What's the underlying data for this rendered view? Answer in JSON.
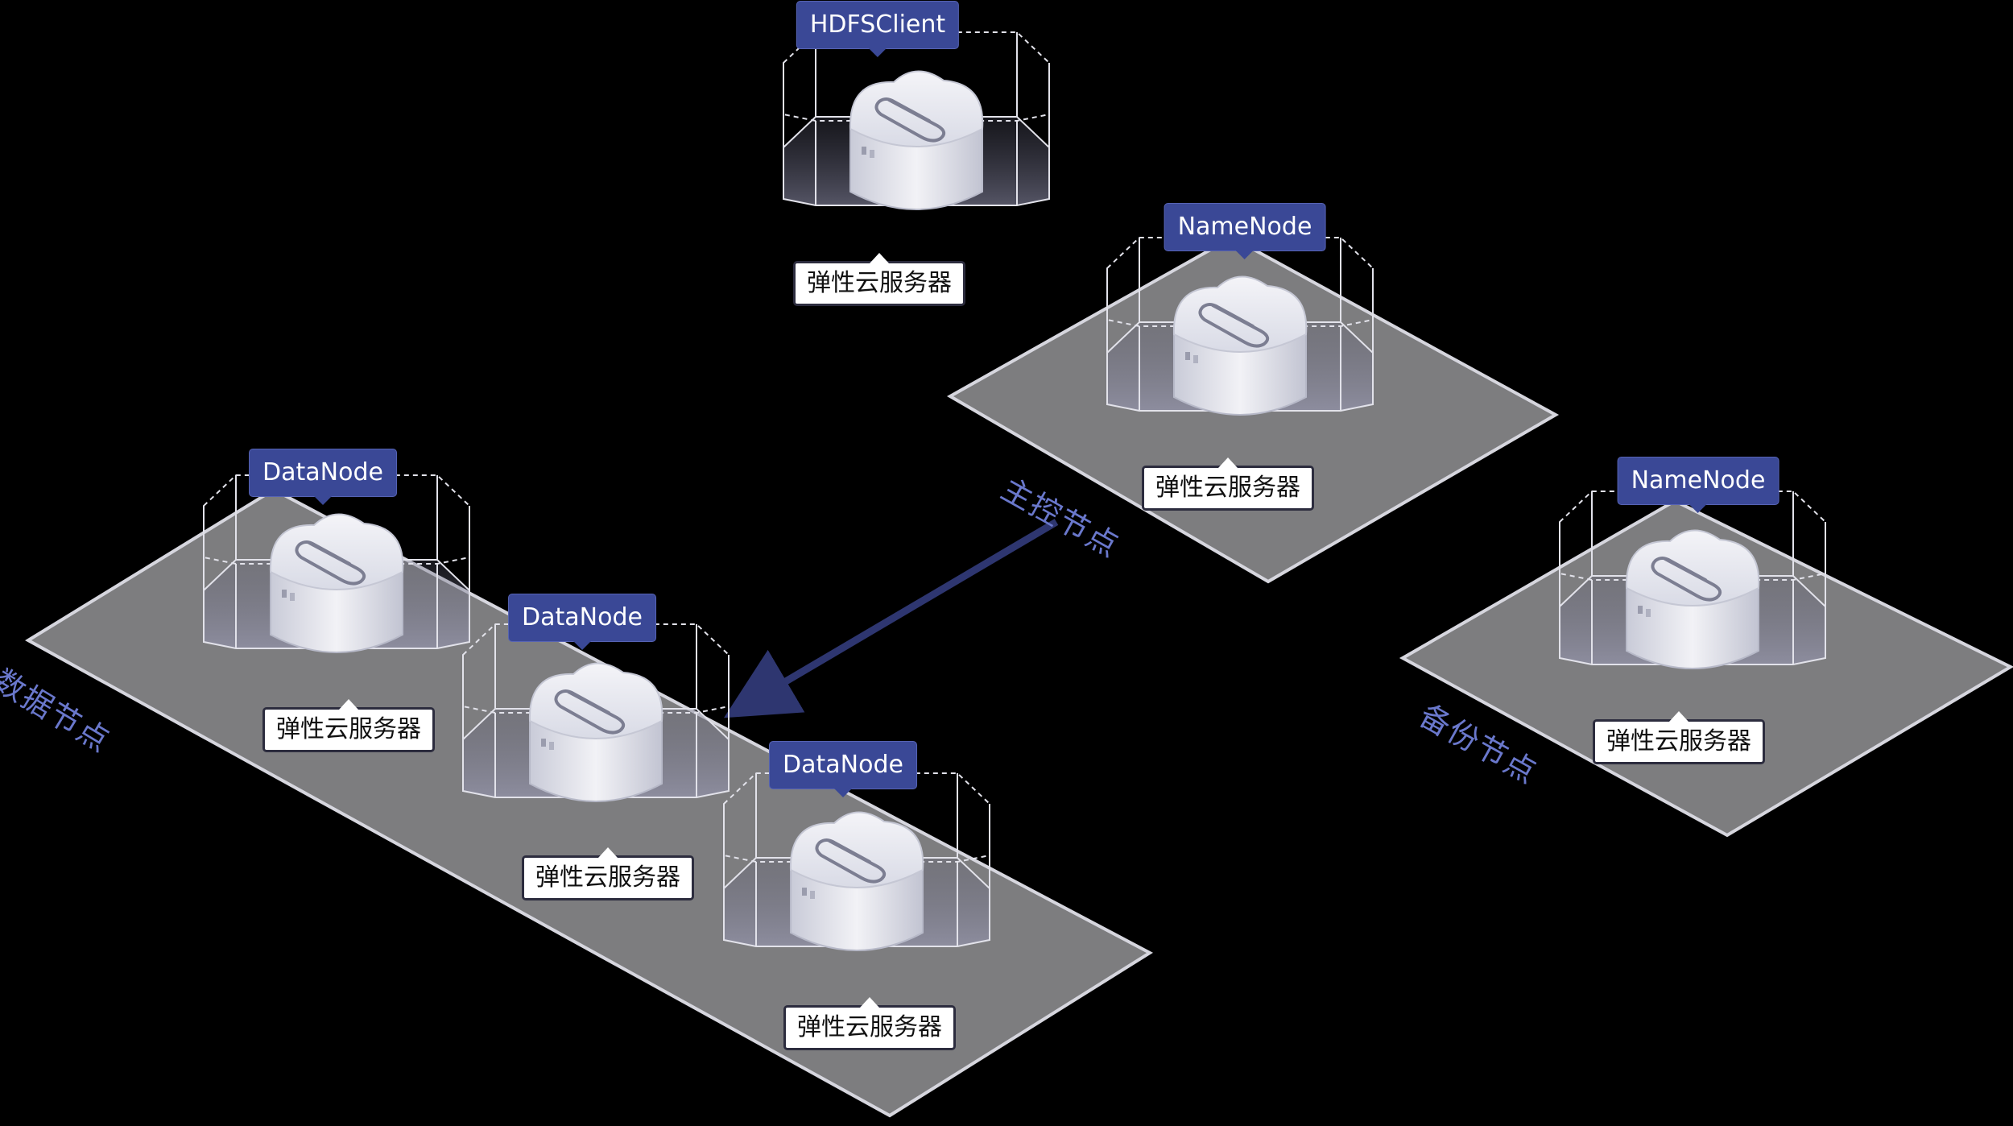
{
  "colors": {
    "background": "#000000",
    "platform": "#7d7d7f",
    "platform_edge": "#d6d6de",
    "label_blue": "#3a4896",
    "arrow": "#2e3670",
    "zone_text": "#6a78cc"
  },
  "client": {
    "role": "HDFSClient",
    "server": "弹性云服务器"
  },
  "master": {
    "zone": "主控节点",
    "role": "NameNode",
    "server": "弹性云服务器"
  },
  "backup": {
    "zone": "备份节点",
    "role": "NameNode",
    "server": "弹性云服务器"
  },
  "data_zone": {
    "zone": "数据节点",
    "nodes": [
      {
        "role": "DataNode",
        "server": "弹性云服务器"
      },
      {
        "role": "DataNode",
        "server": "弹性云服务器"
      },
      {
        "role": "DataNode",
        "server": "弹性云服务器"
      }
    ]
  },
  "icons": {
    "server": "cloud-server-icon",
    "arrow": "arrow-icon"
  }
}
